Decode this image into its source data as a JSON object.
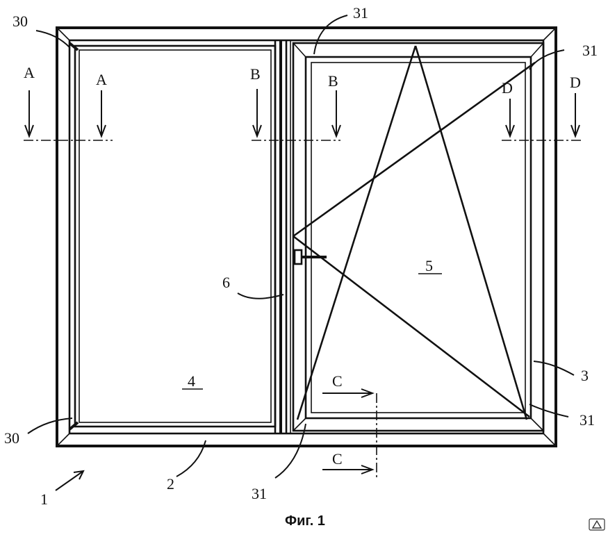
{
  "figure": {
    "caption": "Фиг. 1",
    "labels": {
      "window": "1",
      "bottom_profile": "2",
      "sash_frame": "3",
      "fixed_pane": "4",
      "opening_sash": "5",
      "mullion": "6",
      "corner_30_top": "30",
      "corner_30_bottom": "30",
      "corner_31_top_middle": "31",
      "corner_31_top_right": "31",
      "corner_31_bottom_right": "31",
      "corner_31_bottom_middle": "31"
    },
    "section_marks": {
      "a_left": "A",
      "a_right": "A",
      "b_left": "B",
      "b_right": "B",
      "d_left": "D",
      "d_right": "D",
      "c_top": "C",
      "c_bottom": "C"
    }
  },
  "icons": {
    "watermark": "triangle-logo-icon"
  }
}
